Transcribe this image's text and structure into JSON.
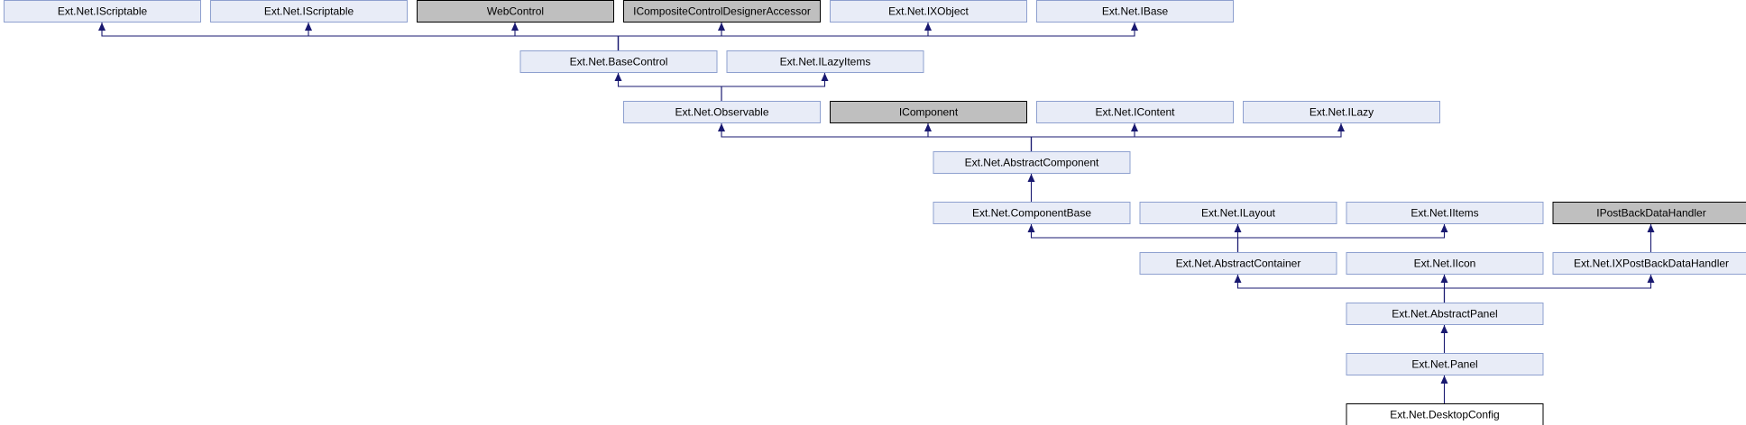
{
  "colors": {
    "class_fill": "#E8ECF7",
    "class_border": "#8EA0CF",
    "external_fill": "#BFBFBF",
    "external_border": "#000000",
    "focus_fill": "#FFFFFF",
    "focus_border": "#000000",
    "edge": "#191970"
  },
  "nodes": [
    {
      "id": "iscriptable1",
      "label": "Ext.Net.IScriptable",
      "style": "class"
    },
    {
      "id": "iscriptable2",
      "label": "Ext.Net.IScriptable",
      "style": "class"
    },
    {
      "id": "webcontrol",
      "label": "WebControl",
      "style": "external"
    },
    {
      "id": "icompositecontroldesigneraccessor",
      "label": "ICompositeControlDesignerAccessor",
      "style": "external"
    },
    {
      "id": "ixobject",
      "label": "Ext.Net.IXObject",
      "style": "class"
    },
    {
      "id": "ibase",
      "label": "Ext.Net.IBase",
      "style": "class"
    },
    {
      "id": "basecontrol",
      "label": "Ext.Net.BaseControl",
      "style": "class"
    },
    {
      "id": "ilazyitems",
      "label": "Ext.Net.ILazyItems",
      "style": "class"
    },
    {
      "id": "observable",
      "label": "Ext.Net.Observable",
      "style": "class"
    },
    {
      "id": "icomponent",
      "label": "IComponent",
      "style": "external"
    },
    {
      "id": "icontent",
      "label": "Ext.Net.IContent",
      "style": "class"
    },
    {
      "id": "ilazy",
      "label": "Ext.Net.ILazy",
      "style": "class"
    },
    {
      "id": "abstractcomponent",
      "label": "Ext.Net.AbstractComponent",
      "style": "class"
    },
    {
      "id": "componentbase",
      "label": "Ext.Net.ComponentBase",
      "style": "class"
    },
    {
      "id": "ilayout",
      "label": "Ext.Net.ILayout",
      "style": "class"
    },
    {
      "id": "iitems",
      "label": "Ext.Net.IItems",
      "style": "class"
    },
    {
      "id": "ipostbackdatahandler",
      "label": "IPostBackDataHandler",
      "style": "external"
    },
    {
      "id": "abstractcontainer",
      "label": "Ext.Net.AbstractContainer",
      "style": "class"
    },
    {
      "id": "iicon",
      "label": "Ext.Net.IIcon",
      "style": "class"
    },
    {
      "id": "ixpostbackdatahandler",
      "label": "Ext.Net.IXPostBackDataHandler",
      "style": "class"
    },
    {
      "id": "abstractpanel",
      "label": "Ext.Net.AbstractPanel",
      "style": "class"
    },
    {
      "id": "panel",
      "label": "Ext.Net.Panel",
      "style": "class"
    },
    {
      "id": "desktopconfig",
      "label": "Ext.Net.DesktopConfig",
      "style": "focus"
    }
  ],
  "edges": [
    {
      "from": "basecontrol",
      "to": "iscriptable1"
    },
    {
      "from": "basecontrol",
      "to": "iscriptable2"
    },
    {
      "from": "basecontrol",
      "to": "webcontrol"
    },
    {
      "from": "basecontrol",
      "to": "icompositecontroldesigneraccessor"
    },
    {
      "from": "basecontrol",
      "to": "ixobject"
    },
    {
      "from": "basecontrol",
      "to": "ibase"
    },
    {
      "from": "observable",
      "to": "basecontrol"
    },
    {
      "from": "observable",
      "to": "ilazyitems"
    },
    {
      "from": "abstractcomponent",
      "to": "observable"
    },
    {
      "from": "abstractcomponent",
      "to": "icomponent"
    },
    {
      "from": "abstractcomponent",
      "to": "icontent"
    },
    {
      "from": "abstractcomponent",
      "to": "ilazy"
    },
    {
      "from": "componentbase",
      "to": "abstractcomponent"
    },
    {
      "from": "abstractcontainer",
      "to": "componentbase"
    },
    {
      "from": "abstractcontainer",
      "to": "ilayout"
    },
    {
      "from": "abstractcontainer",
      "to": "iitems"
    },
    {
      "from": "ixpostbackdatahandler",
      "to": "ipostbackdatahandler"
    },
    {
      "from": "abstractpanel",
      "to": "abstractcontainer"
    },
    {
      "from": "abstractpanel",
      "to": "iicon"
    },
    {
      "from": "abstractpanel",
      "to": "ixpostbackdatahandler"
    },
    {
      "from": "panel",
      "to": "abstractpanel"
    },
    {
      "from": "desktopconfig",
      "to": "panel"
    }
  ]
}
